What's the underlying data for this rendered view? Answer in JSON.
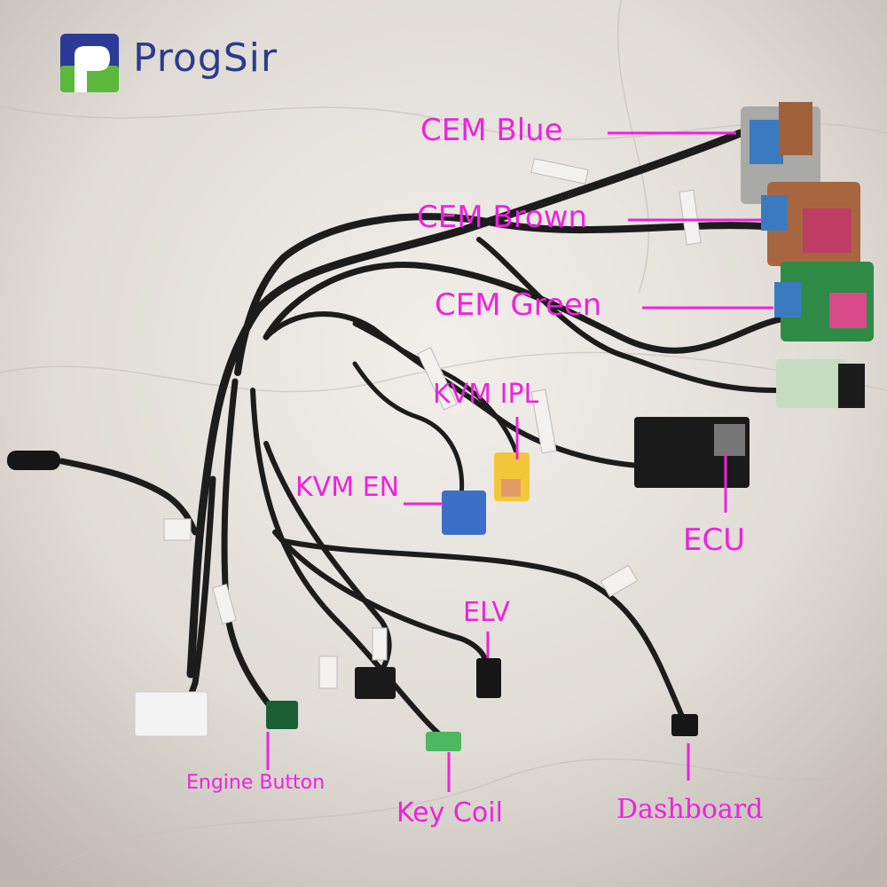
{
  "logo": {
    "text": "ProgSir",
    "icon": "progsir-logo-icon"
  },
  "labels": {
    "cem_blue": "CEM  Blue",
    "cem_brown": "CEM  Brown",
    "cem_green": "CEM  Green",
    "kvm_ipl": "KVM  IPL",
    "kvm_en": "KVM  EN",
    "ecu": "ECU",
    "elv": "ELV",
    "engine_button": "Engine  Button",
    "key_coil": "Key  Coil",
    "dashboard": "Dashboard"
  },
  "colors": {
    "label": "#ee22dd",
    "logo_text": "#2b3b8f",
    "logo_blue": "#2a3a95",
    "logo_green": "#5cb83a",
    "cable": "#1c1c1c"
  }
}
